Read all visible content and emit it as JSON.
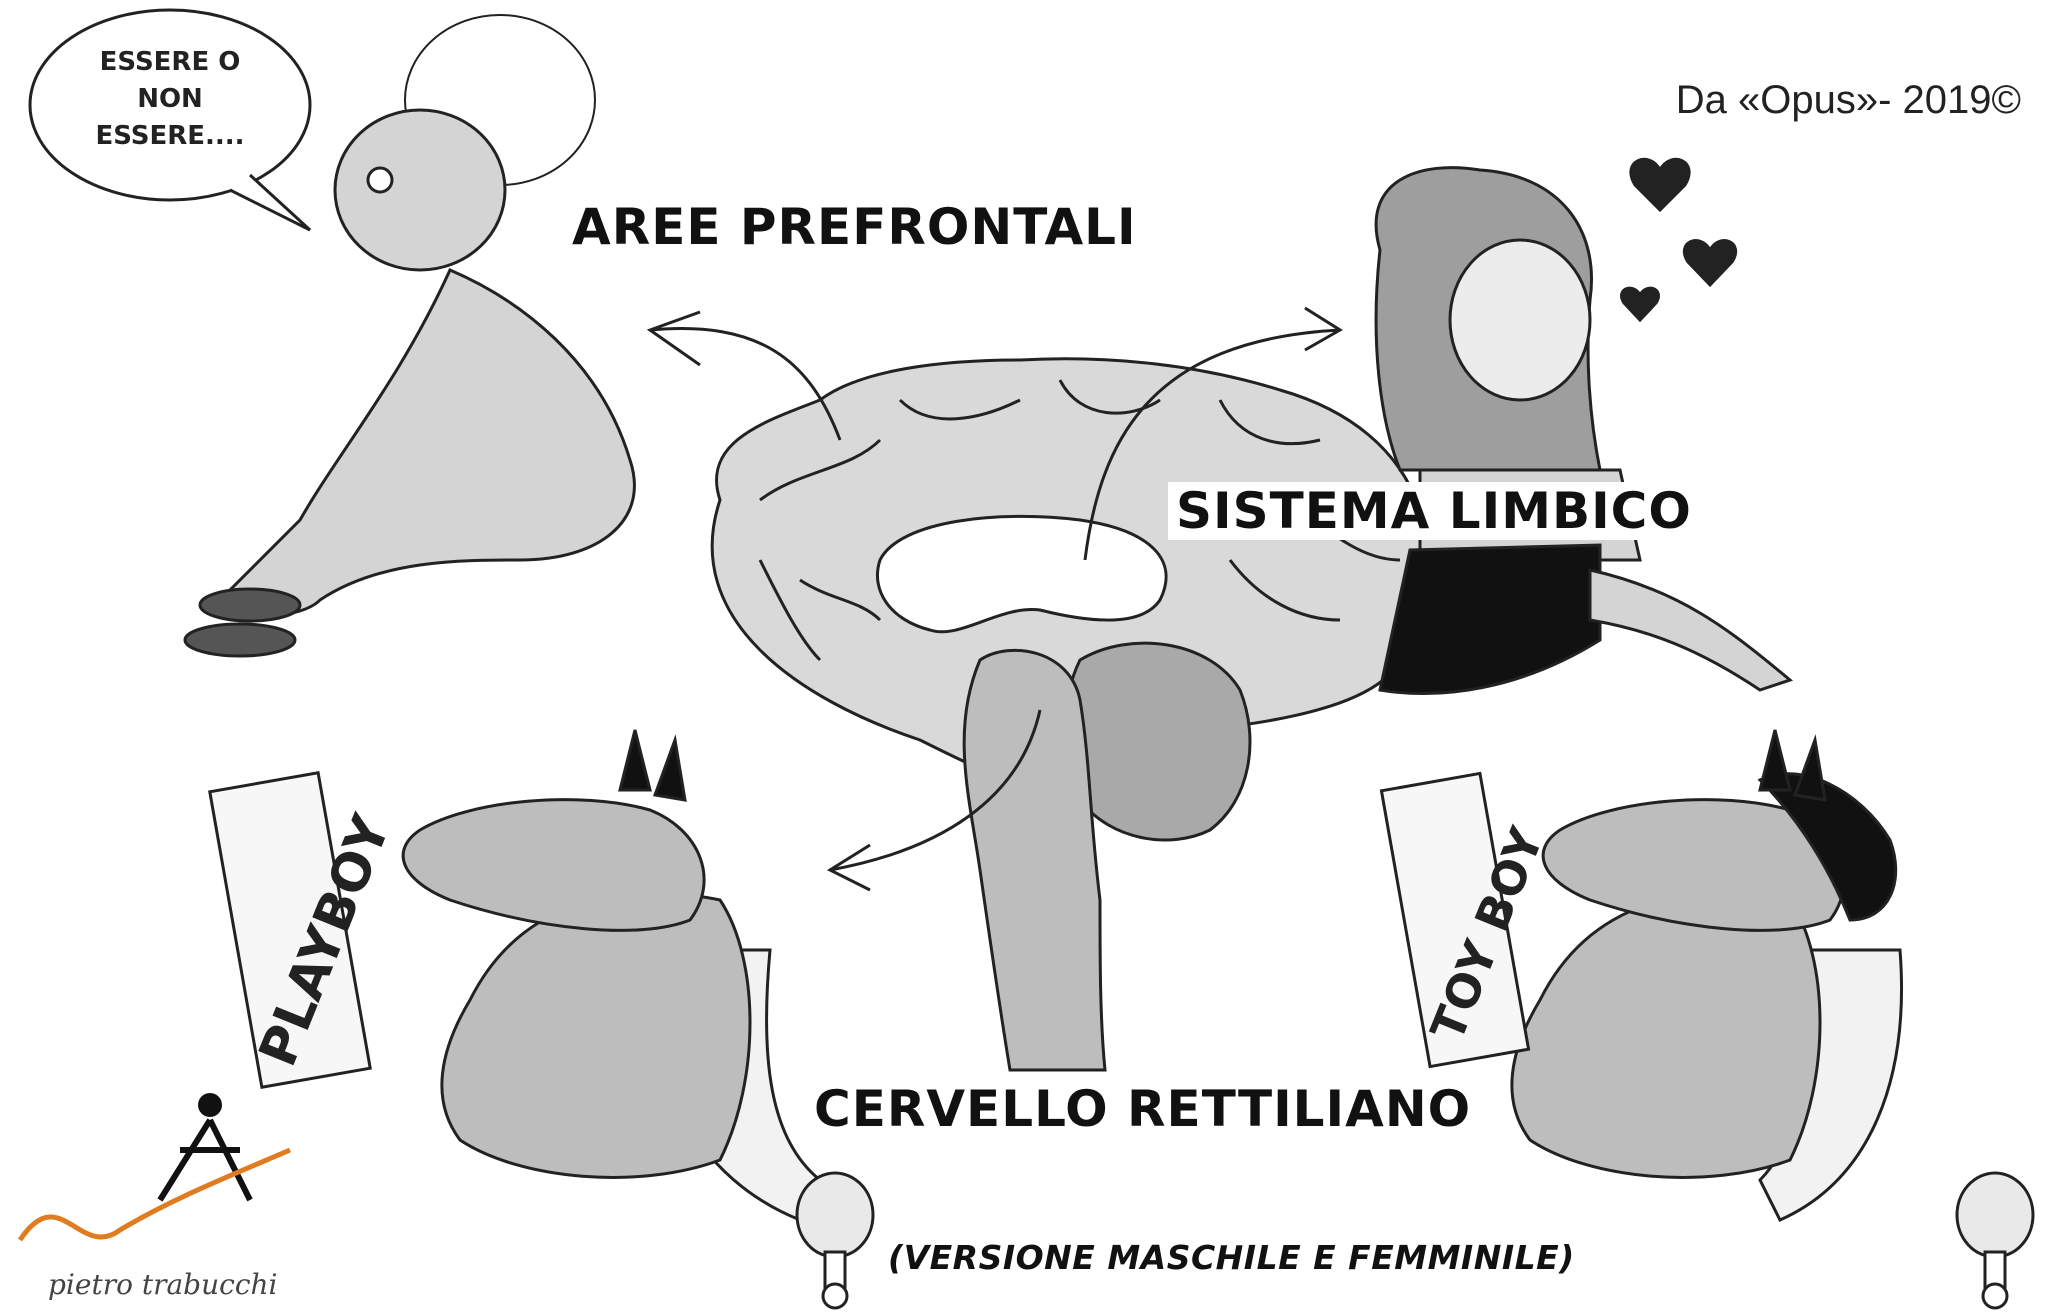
{
  "speech_bubble": {
    "lines": [
      "ESSERE O",
      "NON",
      "ESSERE...."
    ]
  },
  "labels": {
    "prefrontal": "AREE PREFRONTALI",
    "limbic": "SISTEMA LIMBICO",
    "reptilian": "CERVELLO RETTILIANO",
    "version_note": "(VERSIONE MASCHILE E FEMMINILE)"
  },
  "credit": "Da «Opus»- 2019©",
  "author_signature": "pietro trabucchi",
  "magazines": {
    "left": "PLAYBOY",
    "right": "TOY BOY"
  },
  "colors": {
    "brain_fill": "#d9d9d9",
    "cerebellum_fill": "#a9a9a9",
    "ink": "#111111",
    "logo_accent": "#e07b1f"
  }
}
